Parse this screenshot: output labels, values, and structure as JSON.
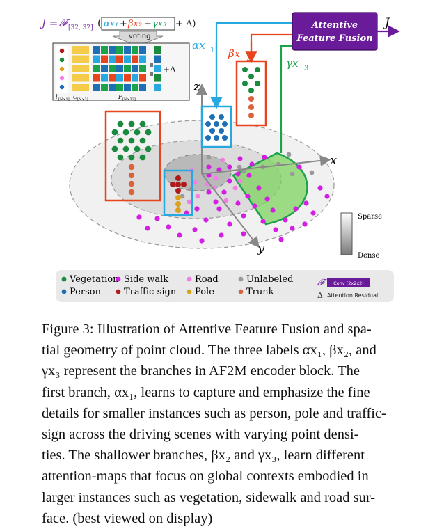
{
  "figure": {
    "formula": {
      "lhs": "J = ",
      "fn": "𝓕",
      "fn_sub": "[32, 32]",
      "open": "(",
      "alpha_term": "αx₁",
      "plus1": " + ",
      "beta_term": "βx₂",
      "plus2": " + ",
      "gamma_term": "γx₃",
      "close_box": "",
      "delta_term": " + Δ)"
    },
    "voting_label": "voting",
    "plus_delta": "+Δ",
    "matrix_labels": {
      "l": "l",
      "l_sub": "[N×1]",
      "c": "C",
      "c_sub": "[N×3]",
      "f": "F",
      "f_sub": "[N×32]"
    },
    "aff_box": {
      "line1": "Attentive",
      "line2": "Feature Fusion"
    },
    "output_label": "J",
    "branch_labels": {
      "alpha": "αx",
      "alpha_sub": "1",
      "beta": "βx",
      "beta_sub": "2",
      "gamma": "γx",
      "gamma_sub": "3"
    },
    "axes": {
      "x": "x",
      "y": "y",
      "z": "z"
    },
    "density_scale": {
      "top": "Sparse",
      "bottom": "Dense"
    },
    "legend": {
      "items": [
        {
          "label": "Vegetation",
          "color": "#1a8a3c"
        },
        {
          "label": "Person",
          "color": "#1f6fb4"
        },
        {
          "label": "Side walk",
          "color": "#d21fe3"
        },
        {
          "label": "Traffic-sign",
          "color": "#b01a1a"
        },
        {
          "label": "Road",
          "color": "#f47ee6"
        },
        {
          "label": "Pole",
          "color": "#d9a21a"
        },
        {
          "label": "Unlabeled",
          "color": "#9a9a9a"
        },
        {
          "label": "Trunk",
          "color": "#d9643b"
        }
      ],
      "fn_symbol": "𝓕",
      "conv_label": "Conv (2x2x2)",
      "delta_symbol": "Δ",
      "delta_label": "Attention Residual"
    },
    "colors": {
      "red_box": "#e8441e",
      "blue_box": "#28a8e0",
      "green_box": "#1aa34a",
      "aff_purple": "#6a1b9a",
      "formula_purple": "#7b2fa8"
    }
  },
  "caption": {
    "lines": [
      "Figure 3: Illustration of Attentive Feature Fusion and spa-",
      "tial geometry of point cloud. The three labels αx₁, βx₂, and",
      "γx₃ represent the branches in AF2M encoder block. The",
      "first branch, αx₁, learns to capture and emphasize the fine",
      "details for smaller instances such as person, pole and traffic-",
      "sign across the driving scenes with varying point densi-",
      "ties. The shallower branches, βx₂ and γx₃, learn different",
      "attention-maps that focus on global contexts embodied in",
      "larger instances such as vegetation, sidewalk and road sur-",
      "face. (best viewed on display)"
    ]
  }
}
